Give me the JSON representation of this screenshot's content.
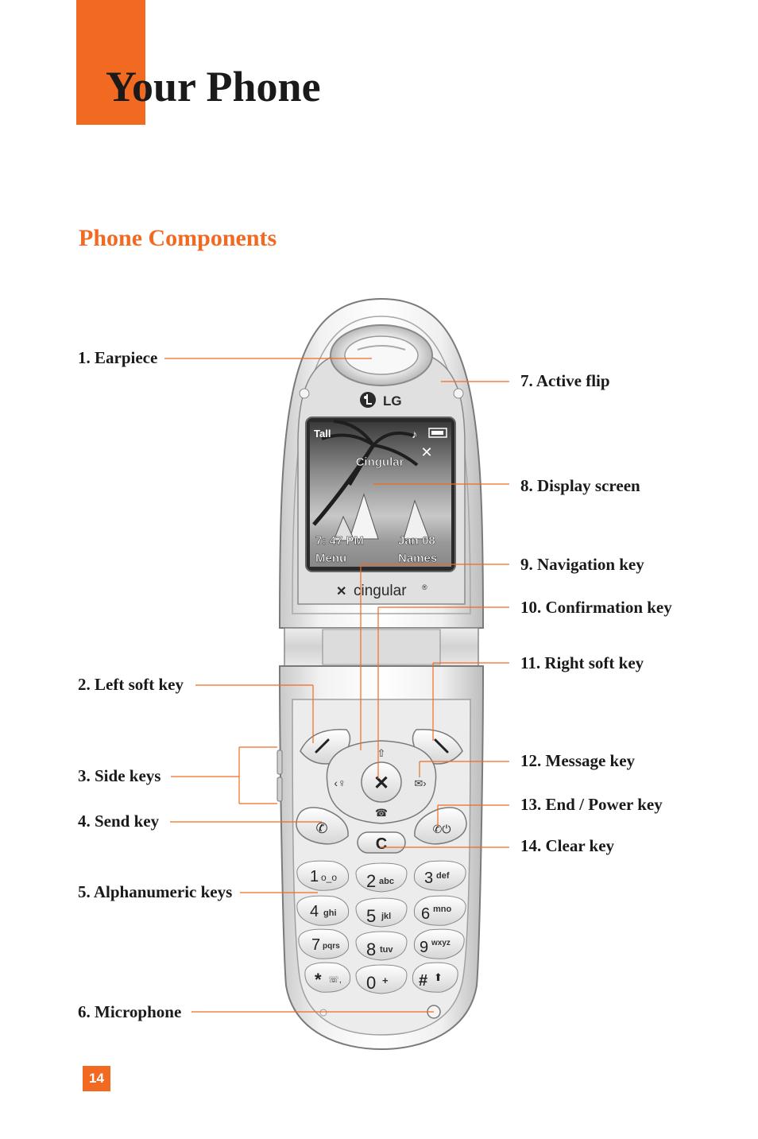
{
  "page": {
    "title": "Your Phone",
    "section": "Phone Components",
    "page_number": "14"
  },
  "labels": {
    "earpiece": "1. Earpiece",
    "left_soft_key": "2. Left soft key",
    "side_keys": "3. Side keys",
    "send_key": "4. Send key",
    "alphanumeric_keys": "5. Alphanumeric keys",
    "microphone": "6. Microphone",
    "active_flip": "7. Active flip",
    "display_screen": "8. Display screen",
    "navigation_key": "9. Navigation key",
    "confirmation_key": "10. Confirmation key",
    "right_soft_key": "11. Right soft key",
    "message_key": "12. Message key",
    "end_power_key": "13. End / Power key",
    "clear_key": "14. Clear key"
  },
  "phone": {
    "brand": "LG",
    "carrier_logo": "cingular",
    "screen": {
      "carrier": "Cingular",
      "time": "7: 47 PM",
      "date": "Jan 08",
      "left_softkey": "Menu",
      "right_softkey": "Names"
    },
    "keys": {
      "clear": "C",
      "k1": "1",
      "k2": "2",
      "k2_sub": "abc",
      "k3": "3",
      "k3_sub": "def",
      "k4": "4",
      "k4_sub": "ghi",
      "k5": "5",
      "k5_sub": "jkl",
      "k6": "6",
      "k6_sub": "mno",
      "k7": "7",
      "k7_sub": "pqrs",
      "k8": "8",
      "k8_sub": "tuv",
      "k9": "9",
      "k9_sub": "wxyz",
      "kstar": "*",
      "k0": "0",
      "k0_sub": "+",
      "khash": "#"
    }
  },
  "colors": {
    "accent": "#f26a21",
    "text": "#1a1a1a",
    "leader_line": "#f26a21"
  }
}
